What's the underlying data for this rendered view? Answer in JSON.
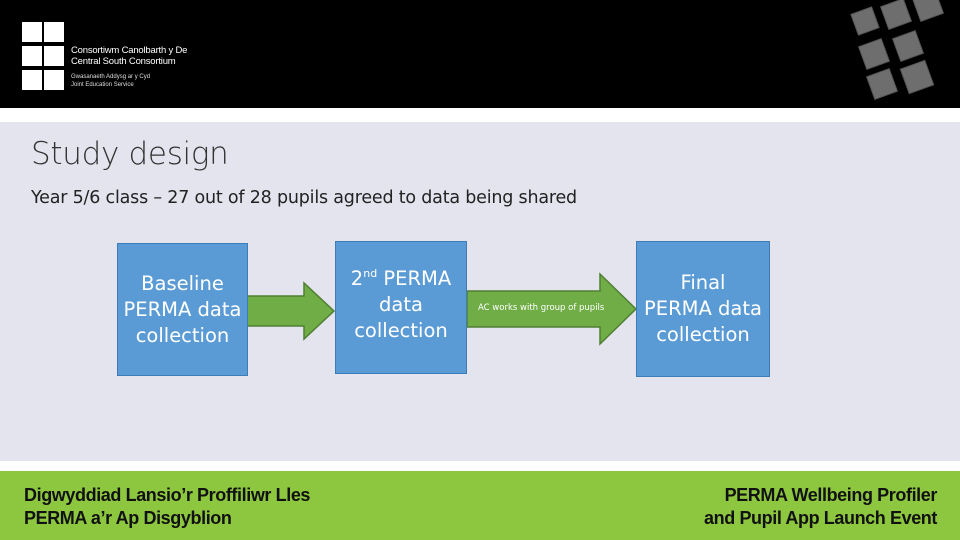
{
  "header": {
    "logo": {
      "line1": "Consortiwm Canolbarth y De",
      "line2": "Central South Consortium",
      "line3": "Gwasanaeth Addysg ar y Cyd",
      "line4": "Joint Education Service"
    }
  },
  "slide": {
    "title": "Study design",
    "subtitle": "Year 5/6 class – 27 out of 28 pupils agreed to data being shared",
    "boxes": [
      {
        "lines": [
          "Baseline",
          "PERMA data",
          "collection"
        ]
      },
      {
        "ordinal_number": "2",
        "ordinal_suffix": "nd",
        "line1_rest": " PERMA",
        "lines": [
          "data",
          "collection"
        ]
      },
      {
        "lines": [
          "Final",
          "PERMA data",
          "collection"
        ]
      }
    ],
    "arrow_label": "AC works with group of pupils"
  },
  "footer": {
    "left_line1": "Digwyddiad Lansio’r Proffiliwr Lles",
    "left_line2": "PERMA a’r Ap Disgyblion",
    "right_line1": "PERMA Wellbeing Profiler",
    "right_line2": "and Pupil App Launch Event"
  },
  "colors": {
    "header_bg": "#000000",
    "content_bg": "#e3e4ee",
    "box_fill": "#5b9bd5",
    "arrow_fill": "#70ad47",
    "footer_bg": "#8dc63f"
  }
}
